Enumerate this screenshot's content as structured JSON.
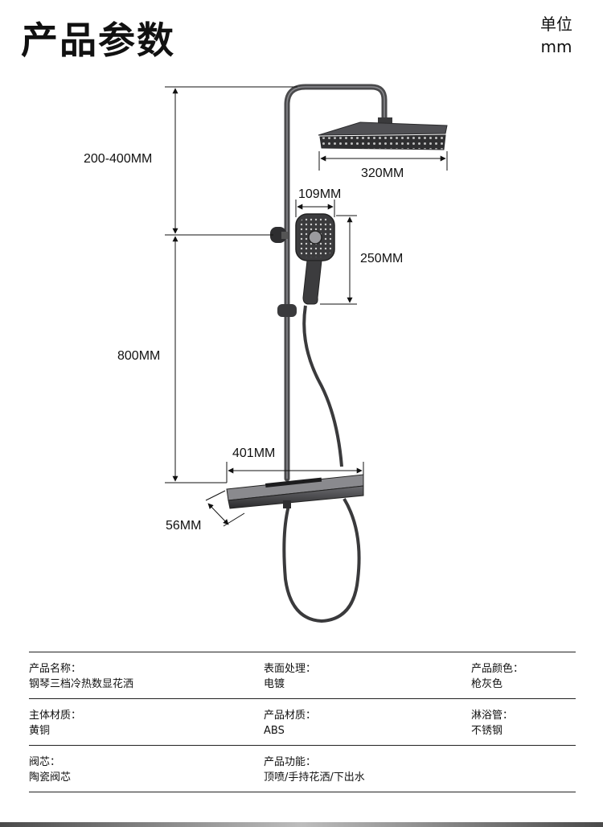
{
  "header": {
    "title": "产品参数",
    "unit_label": "单位",
    "unit_value": "mm"
  },
  "dimensions": {
    "riser_adjust": "200-400MM",
    "top_shower_width": "320MM",
    "handheld_width": "109MM",
    "handheld_height": "250MM",
    "bar_height": "800MM",
    "shelf_width": "401MM",
    "shelf_depth": "56MM"
  },
  "specs": [
    [
      {
        "label": "产品名称：",
        "value": "钢琴三档冷热数显花洒"
      },
      {
        "label": "表面处理：",
        "value": "电镀"
      },
      {
        "label": "产品颜色：",
        "value": "枪灰色"
      }
    ],
    [
      {
        "label": "主体材质：",
        "value": "黄铜"
      },
      {
        "label": "产品材质：",
        "value": "ABS"
      },
      {
        "label": "淋浴管：",
        "value": "不锈钢"
      }
    ],
    [
      {
        "label": "阀芯：",
        "value": "陶瓷阀芯"
      },
      {
        "label": "产品功能：",
        "value": "顶喷/手持花洒/下出水"
      }
    ]
  ],
  "colors": {
    "metal": "#4a4a4c",
    "metal_dark": "#2e2e30",
    "line": "#111111"
  }
}
